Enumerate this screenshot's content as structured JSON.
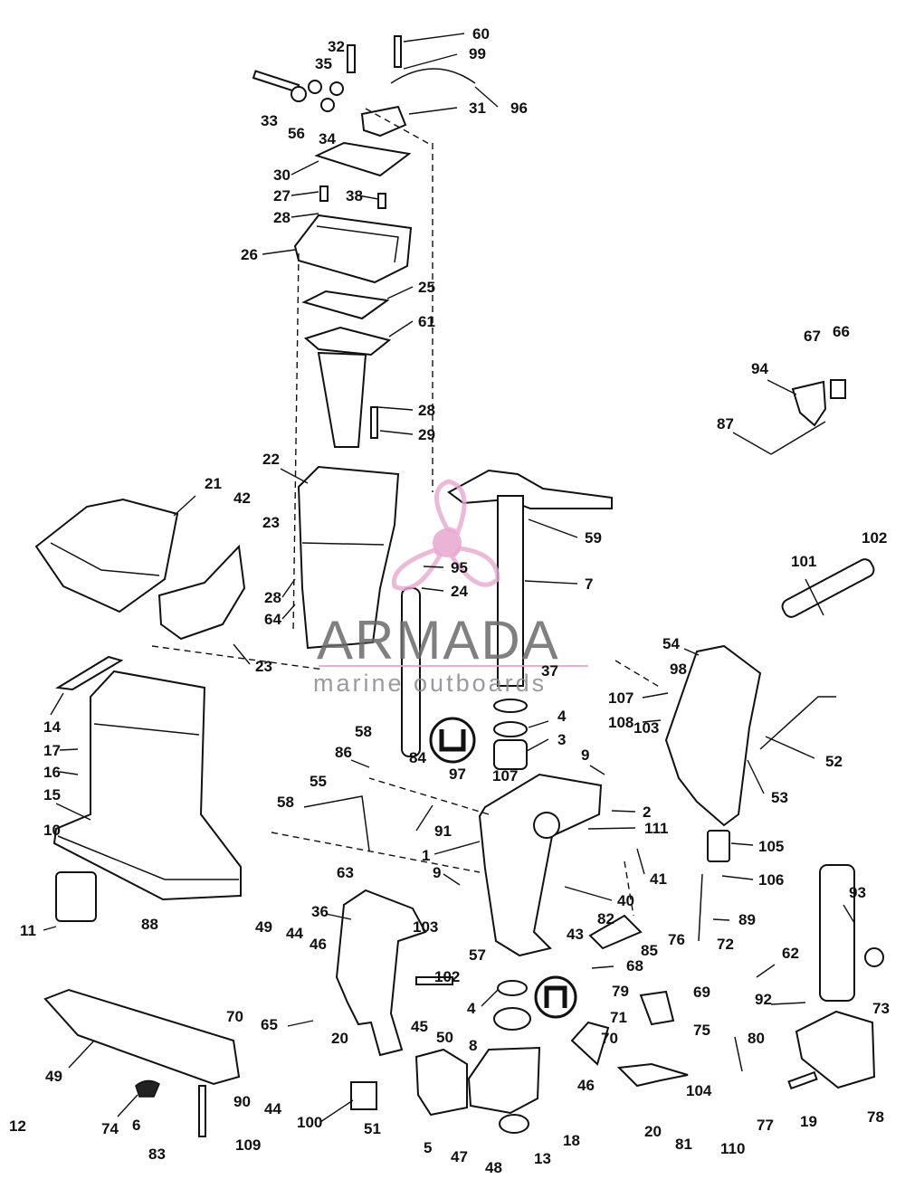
{
  "watermark": {
    "brand": "ARMADA",
    "tagline": "marine outboards",
    "accent_color": "#e8a7cf"
  },
  "diagram": {
    "labels": [
      "60",
      "32",
      "99",
      "35",
      "96",
      "31",
      "33",
      "56",
      "34",
      "30",
      "27",
      "38",
      "28",
      "26",
      "25",
      "61",
      "28",
      "29",
      "67",
      "66",
      "94",
      "87",
      "22",
      "21",
      "42",
      "23",
      "59",
      "95",
      "28",
      "24",
      "7",
      "64",
      "102",
      "101",
      "23",
      "54",
      "98",
      "37",
      "107",
      "108",
      "103",
      "52",
      "4",
      "3",
      "14",
      "17",
      "58",
      "9",
      "16",
      "86",
      "84",
      "97",
      "107",
      "53",
      "15",
      "2",
      "111",
      "55",
      "91",
      "105",
      "1",
      "10",
      "58",
      "63",
      "41",
      "9",
      "106",
      "40",
      "88",
      "93",
      "82",
      "89",
      "36",
      "103",
      "43",
      "11",
      "49",
      "44",
      "46",
      "68",
      "102",
      "57",
      "76",
      "62",
      "72",
      "85",
      "69",
      "79",
      "92",
      "73",
      "4",
      "71",
      "65",
      "20",
      "50",
      "45",
      "80",
      "70",
      "75",
      "8",
      "70",
      "49",
      "104",
      "77",
      "90",
      "44",
      "46",
      "19",
      "78",
      "74",
      "6",
      "100",
      "51",
      "18",
      "20",
      "81",
      "110",
      "109",
      "83",
      "5",
      "47",
      "48",
      "13",
      "12"
    ]
  }
}
